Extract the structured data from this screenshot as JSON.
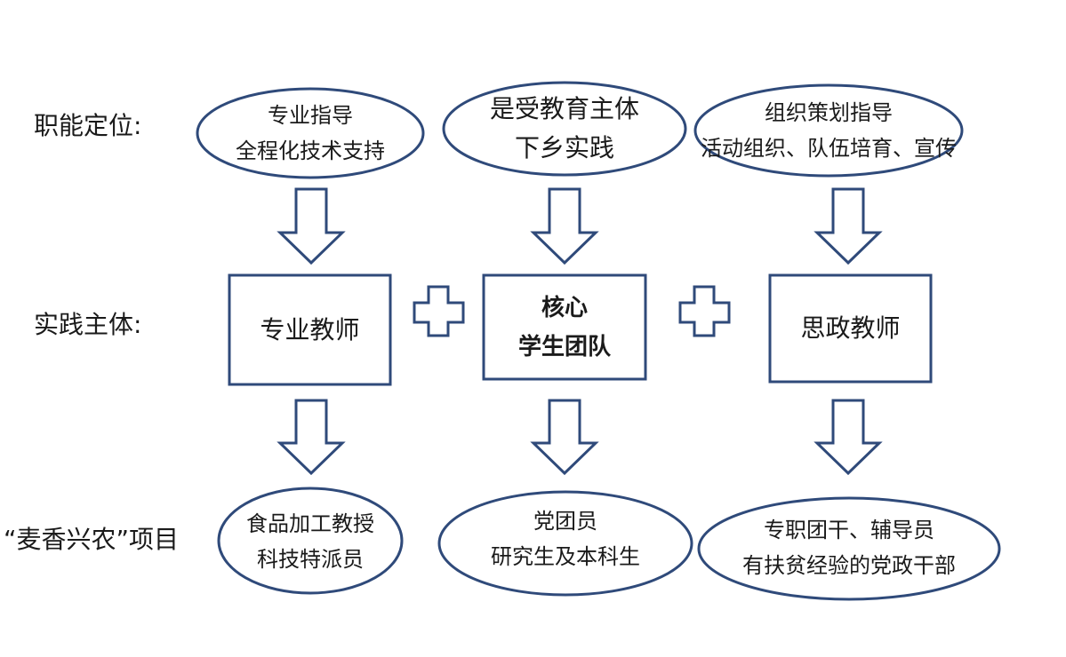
{
  "row_labels": {
    "role": "职能定位:",
    "subject": "实践主体:",
    "project": "“麦香兴农”项目"
  },
  "top_ovals": [
    {
      "line1": "专业指导",
      "line2": "全程化技术支持"
    },
    {
      "line1": "是受教育主体",
      "line2": "下乡实践"
    },
    {
      "line1": "组织策划指导",
      "line2": "活动组织、队伍培育、宣传"
    }
  ],
  "middle_boxes": [
    {
      "line1": "专业教师"
    },
    {
      "line1": "核心",
      "line2": "学生团队"
    },
    {
      "line1": "思政教师"
    }
  ],
  "bottom_ovals": [
    {
      "line1": "食品加工教授",
      "line2": "科技特派员"
    },
    {
      "line1": "党团员",
      "line2": "研究生及本科生"
    },
    {
      "line1": "专职团干、辅导员",
      "line2": "有扶贫经验的党政干部"
    }
  ],
  "colors": {
    "stroke": "#2f4a7a",
    "text": "#1a1a1a"
  },
  "icons": [
    "down-arrow-icon",
    "plus-icon"
  ]
}
